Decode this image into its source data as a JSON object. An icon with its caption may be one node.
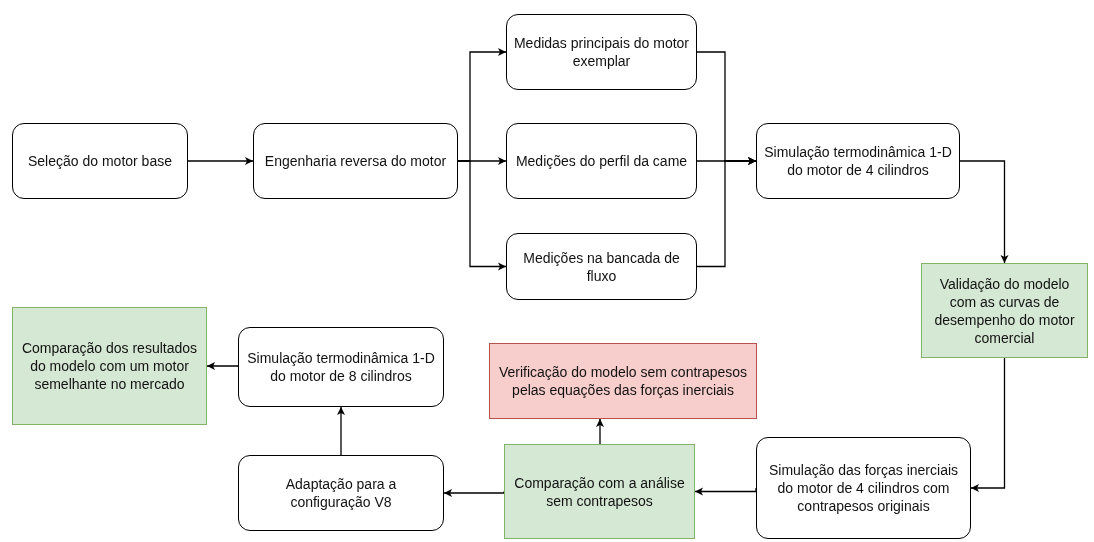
{
  "diagram": {
    "nodes": [
      {
        "text": [
          "Seleção do motor base"
        ]
      },
      {
        "text": [
          "Engenharia reversa do motor"
        ]
      },
      {
        "text": [
          "Medidas principais do motor exemplar"
        ]
      },
      {
        "text": [
          "Medições do perfil da came"
        ]
      },
      {
        "text": [
          "Medições na bancada de fluxo"
        ]
      },
      {
        "text": [
          "Simulação termodinâmica 1-D do motor de 4 cilindros"
        ]
      },
      {
        "text": [
          "Validação do modelo com as curvas de desempenho do motor comercial"
        ]
      },
      {
        "text": [
          "Simulação das forças inerciais do motor de 4 cilindros com contrapesos originais"
        ]
      },
      {
        "text": [
          "Comparação com a análise sem contrapesos"
        ]
      },
      {
        "text": [
          "Verificação do modelo sem contrapesos pelas equações das forças inerciais"
        ]
      },
      {
        "text": [
          "Adaptação para a configuração V8"
        ]
      },
      {
        "text": [
          "Simulação termodinâmica 1-D do motor de 8 cilindros"
        ]
      },
      {
        "text": [
          "Comparação dos resultados do modelo com um motor semelhante no mercado"
        ]
      }
    ],
    "edges": [
      {
        "from": 0,
        "to": 1,
        "arrow": "to"
      },
      {
        "from": 1,
        "to": 2,
        "arrow": "to"
      },
      {
        "from": 1,
        "to": 3,
        "arrow": "to"
      },
      {
        "from": 1,
        "to": 4,
        "arrow": "to"
      },
      {
        "from": 2,
        "to": 5,
        "arrow": "to"
      },
      {
        "from": 3,
        "to": 5,
        "arrow": "to"
      },
      {
        "from": 4,
        "to": 5,
        "arrow": "to"
      },
      {
        "from": 5,
        "to": 6,
        "arrow": "to"
      },
      {
        "from": 6,
        "to": 7,
        "arrow": "to"
      },
      {
        "from": 7,
        "to": 8,
        "arrow": "to"
      },
      {
        "from": 8,
        "to": 9,
        "arrow": "to"
      },
      {
        "from": 8,
        "to": 10,
        "arrow": "to"
      },
      {
        "from": 10,
        "to": 11,
        "arrow": "to"
      },
      {
        "from": 11,
        "to": 12,
        "arrow": "to"
      }
    ]
  }
}
